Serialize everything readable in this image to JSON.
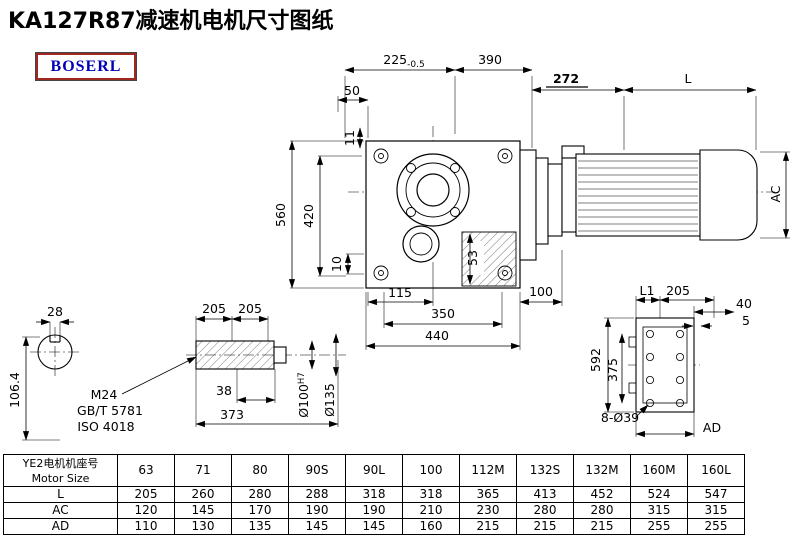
{
  "page": {
    "title": "KA127R87减速机电机尺寸图纸",
    "logo_text": "BOSERL"
  },
  "dims": {
    "d225": "225",
    "d225_tol": "-0.5",
    "d390": "390",
    "d272": "272",
    "dL": "L",
    "d50": "50",
    "d11": "11",
    "d560": "560",
    "d420": "420",
    "d10": "10",
    "d115": "115",
    "d53": "53",
    "d100": "100",
    "d350": "350",
    "d440": "440",
    "dAC": "AC",
    "d28": "28",
    "d106_4": "106.4",
    "d205a": "205",
    "d205b": "205",
    "m24": "M24",
    "gb": "GB/T 5781",
    "iso": "ISO 4018",
    "d38": "38",
    "d373": "373",
    "bore": "Ø100",
    "bore_fit": "H7",
    "d135": "Ø135",
    "dL1": "L1",
    "d205c": "205",
    "d40": "40",
    "d5": "5",
    "d592": "592",
    "d375": "375",
    "holes": "8-Ø39",
    "dAD": "AD"
  },
  "table": {
    "header_cn": "YE2电机机座号",
    "header_en": "Motor Size",
    "sizes": [
      "63",
      "71",
      "80",
      "90S",
      "90L",
      "100",
      "112M",
      "132S",
      "132M",
      "160M",
      "160L"
    ],
    "rows": [
      {
        "label": "L",
        "values": [
          "205",
          "260",
          "280",
          "288",
          "318",
          "318",
          "365",
          "413",
          "452",
          "524",
          "547"
        ]
      },
      {
        "label": "AC",
        "values": [
          "120",
          "145",
          "170",
          "190",
          "190",
          "210",
          "230",
          "280",
          "280",
          "315",
          "315"
        ]
      },
      {
        "label": "AD",
        "values": [
          "110",
          "130",
          "135",
          "145",
          "145",
          "160",
          "215",
          "215",
          "215",
          "255",
          "255"
        ]
      }
    ]
  }
}
